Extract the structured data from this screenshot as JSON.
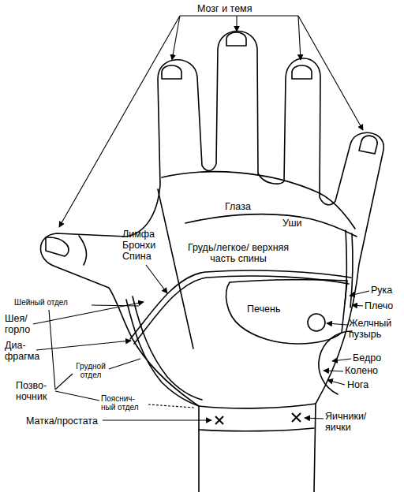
{
  "diagram": {
    "nodes": [
      {
        "text": [
          "Печень"
        ]
      }
    ],
    "labels": [
      "Мозг и темя",
      "Глаза",
      "Уши",
      "Лимфа Бронхи Спина",
      "Грудь/легкое/ верхняя часть спины",
      "Рука",
      "Плечо",
      "Шейный отдел",
      "Желчный пузырь",
      "Шея/ горло",
      "Диа- фрагма",
      "Бедро",
      "Колено",
      "Грудной отдел",
      "Нога",
      "Позво- ночник",
      "Пояснич- ный отдел",
      "Матка/простата",
      "Яичники/ яички"
    ]
  }
}
